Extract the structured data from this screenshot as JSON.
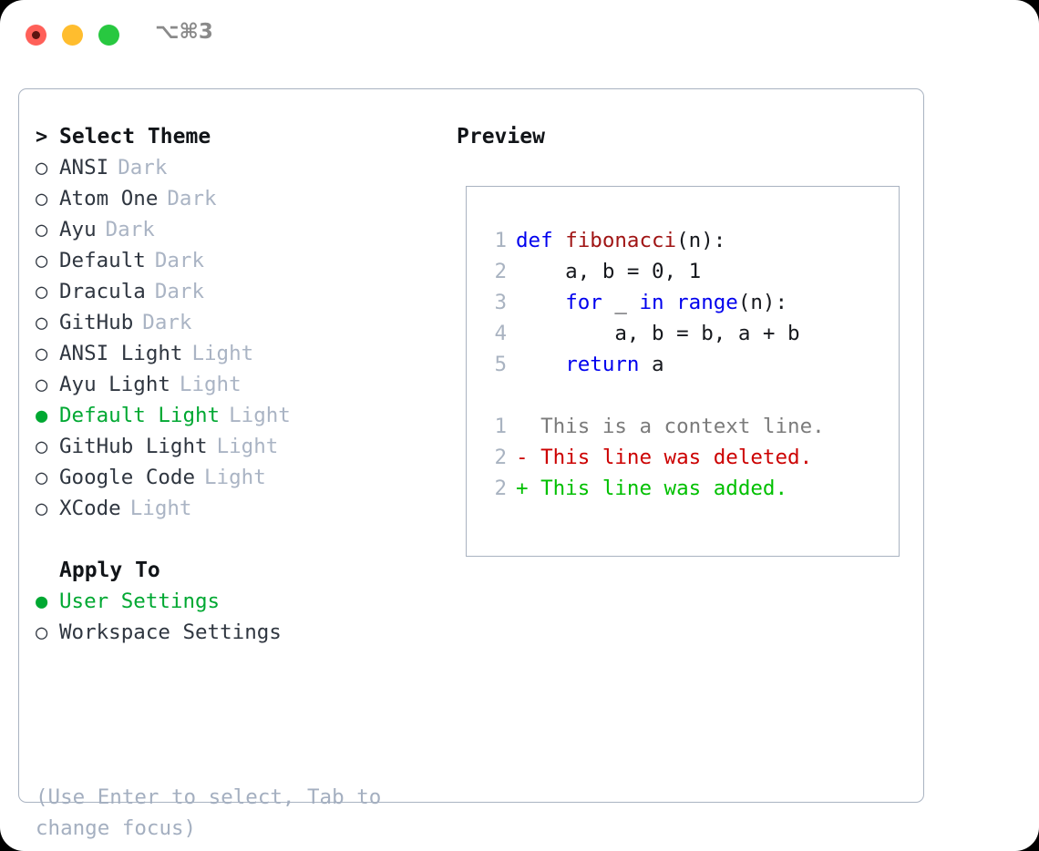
{
  "titlebar": {
    "shortcut": "⌥⌘3",
    "buttons": [
      {
        "name": "close",
        "color": "#ff6059"
      },
      {
        "name": "minimize",
        "color": "#ffbd2e"
      },
      {
        "name": "maximize",
        "color": "#28c840"
      }
    ]
  },
  "colors": {
    "selected_green": "#00a832",
    "tag_gray": "#aab4c4",
    "border": "#a9b3c1",
    "keyword_blue": "#0000ee",
    "function_red": "#a01414",
    "diff_deleted": "#cc0000",
    "diff_added": "#00c000",
    "context_gray": "#7b7b7b"
  },
  "theme_list": {
    "header": {
      "prefix": ">",
      "label": "Select Theme"
    },
    "items": [
      {
        "bullet": "○",
        "label": "ANSI",
        "tag": "Dark",
        "selected": false
      },
      {
        "bullet": "○",
        "label": "Atom One",
        "tag": "Dark",
        "selected": false
      },
      {
        "bullet": "○",
        "label": "Ayu",
        "tag": "Dark",
        "selected": false
      },
      {
        "bullet": "○",
        "label": "Default",
        "tag": "Dark",
        "selected": false
      },
      {
        "bullet": "○",
        "label": "Dracula",
        "tag": "Dark",
        "selected": false
      },
      {
        "bullet": "○",
        "label": "GitHub",
        "tag": "Dark",
        "selected": false
      },
      {
        "bullet": "○",
        "label": "ANSI Light",
        "tag": "Light",
        "selected": false
      },
      {
        "bullet": "○",
        "label": "Ayu Light",
        "tag": "Light",
        "selected": false
      },
      {
        "bullet": "●",
        "label": "Default Light",
        "tag": "Light",
        "selected": true
      },
      {
        "bullet": "○",
        "label": "GitHub Light",
        "tag": "Light",
        "selected": false
      },
      {
        "bullet": "○",
        "label": "Google Code",
        "tag": "Light",
        "selected": false
      },
      {
        "bullet": "○",
        "label": "XCode",
        "tag": "Light",
        "selected": false
      }
    ]
  },
  "apply_to": {
    "header": "Apply To",
    "items": [
      {
        "bullet": "●",
        "label": "User Settings",
        "selected": true
      },
      {
        "bullet": "○",
        "label": "Workspace Settings",
        "selected": false
      }
    ]
  },
  "hint": "(Use Enter to select, Tab to change focus)",
  "preview": {
    "title": "Preview",
    "code_lines": [
      {
        "num": "1",
        "tokens": [
          {
            "t": "def ",
            "c": "kw"
          },
          {
            "t": "fibonacci",
            "c": "fn"
          },
          {
            "t": "(n):",
            "c": "plain"
          }
        ]
      },
      {
        "num": "2",
        "tokens": [
          {
            "t": "    a, b = 0, 1",
            "c": "plain"
          }
        ]
      },
      {
        "num": "3",
        "tokens": [
          {
            "t": "    ",
            "c": "plain"
          },
          {
            "t": "for",
            "c": "kw"
          },
          {
            "t": " _ ",
            "c": "plain"
          },
          {
            "t": "in",
            "c": "kw"
          },
          {
            "t": " ",
            "c": "plain"
          },
          {
            "t": "range",
            "c": "kw"
          },
          {
            "t": "(n):",
            "c": "plain"
          }
        ]
      },
      {
        "num": "4",
        "tokens": [
          {
            "t": "        a, b = b, a + b",
            "c": "plain"
          }
        ]
      },
      {
        "num": "5",
        "tokens": [
          {
            "t": "    ",
            "c": "plain"
          },
          {
            "t": "return",
            "c": "kw"
          },
          {
            "t": " a",
            "c": "plain"
          }
        ]
      }
    ],
    "diff_lines": [
      {
        "num": "1",
        "marker": " ",
        "text": "This is a context line.",
        "kind": "ctx"
      },
      {
        "num": "2",
        "marker": "-",
        "text": "This line was deleted.",
        "kind": "del"
      },
      {
        "num": "2",
        "marker": "+",
        "text": "This line was added.",
        "kind": "add"
      }
    ]
  }
}
